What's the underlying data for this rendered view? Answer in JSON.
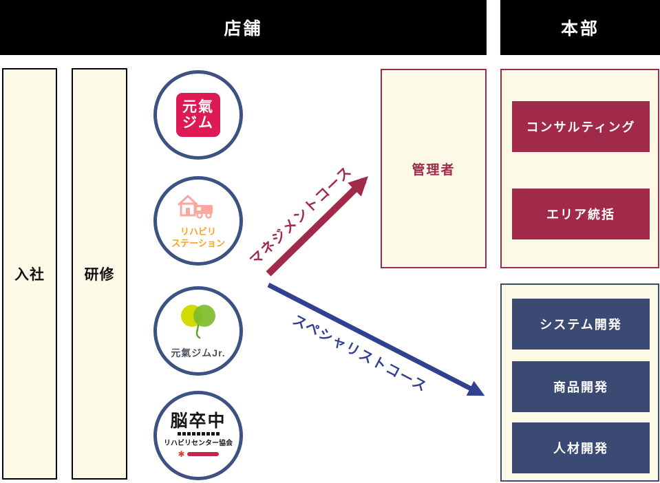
{
  "colors": {
    "header_bg": "#000000",
    "cream": "#FDF9E7",
    "crimson": "#A1294A",
    "navy": "#3B4A73",
    "circle_border": "#3D5283",
    "arrow_blue": "#32418F",
    "genki_pink": "#DD1A56",
    "rehab_orange": "#F7A21E",
    "rehab_salmon": "#F9A89F",
    "jr_yellow": "#D2DA00",
    "jr_green": "#7EBD2B"
  },
  "headers": {
    "stores": "店舗",
    "hq": "本部"
  },
  "pipeline": {
    "step1": "入社",
    "step2": "研修"
  },
  "logos": {
    "genki_gym": {
      "line1": "元氣",
      "line2": "ジム"
    },
    "rehab_station": {
      "line1": "リハビリ",
      "line2": "ステーション",
      "icon": "house-and-truck-icon"
    },
    "genki_gym_jr": {
      "label": "元氣ジムJr.",
      "icon": "twin-leaves-icon"
    },
    "stroke_center": {
      "title": "脳卒中",
      "subtitle": "リハビリセンター協会",
      "icon": "red-star-mark-icon"
    }
  },
  "courses": {
    "management": "マネジメントコース",
    "specialist": "スペシャリストコース"
  },
  "manager": "管理者",
  "hq_management_roles": [
    "コンサルティング",
    "エリア統括"
  ],
  "hq_specialist_roles": [
    "システム開発",
    "商品開発",
    "人材開発"
  ]
}
